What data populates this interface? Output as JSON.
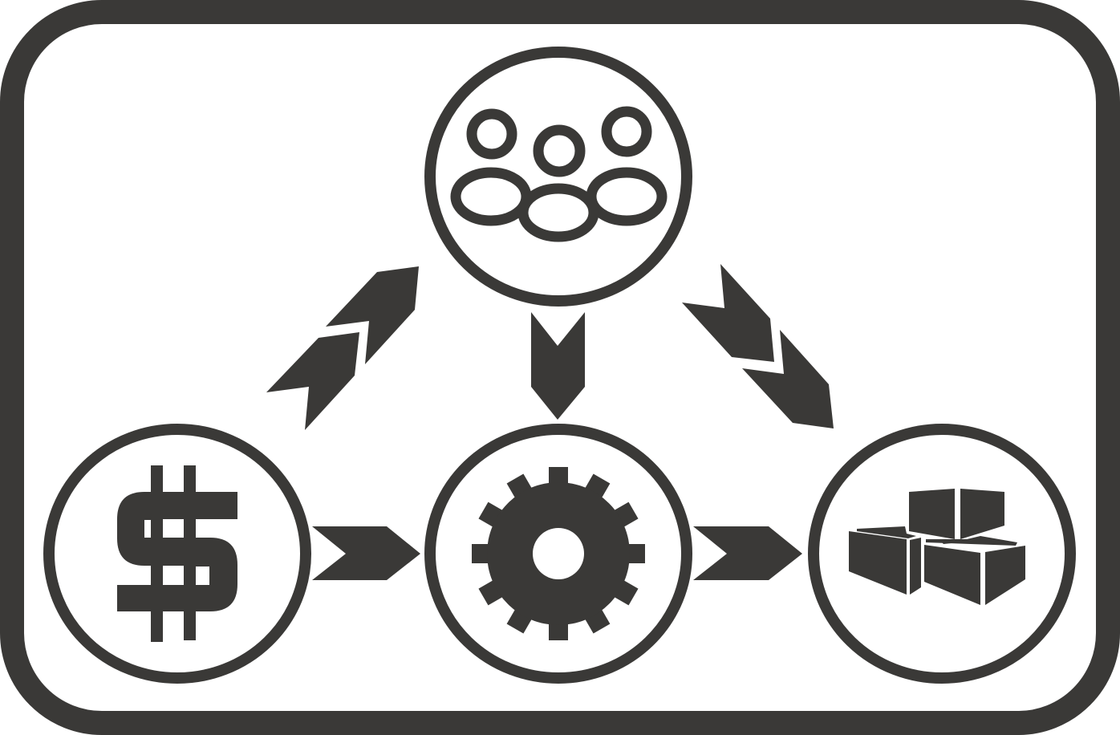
{
  "diagram": {
    "colors": {
      "ink": "#3a3937",
      "paper": "#ffffff"
    },
    "nodes": [
      {
        "id": "people",
        "icon": "people-group-icon"
      },
      {
        "id": "money",
        "icon": "dollar-sign-icon"
      },
      {
        "id": "process",
        "icon": "gear-icon"
      },
      {
        "id": "goods",
        "icon": "boxes-icon"
      }
    ],
    "edges": [
      {
        "from": "money",
        "to": "people",
        "style": "double-chevron"
      },
      {
        "from": "people",
        "to": "process",
        "style": "chevron"
      },
      {
        "from": "people",
        "to": "goods",
        "style": "double-chevron"
      },
      {
        "from": "money",
        "to": "process",
        "style": "chevron"
      },
      {
        "from": "process",
        "to": "goods",
        "style": "chevron"
      }
    ]
  }
}
